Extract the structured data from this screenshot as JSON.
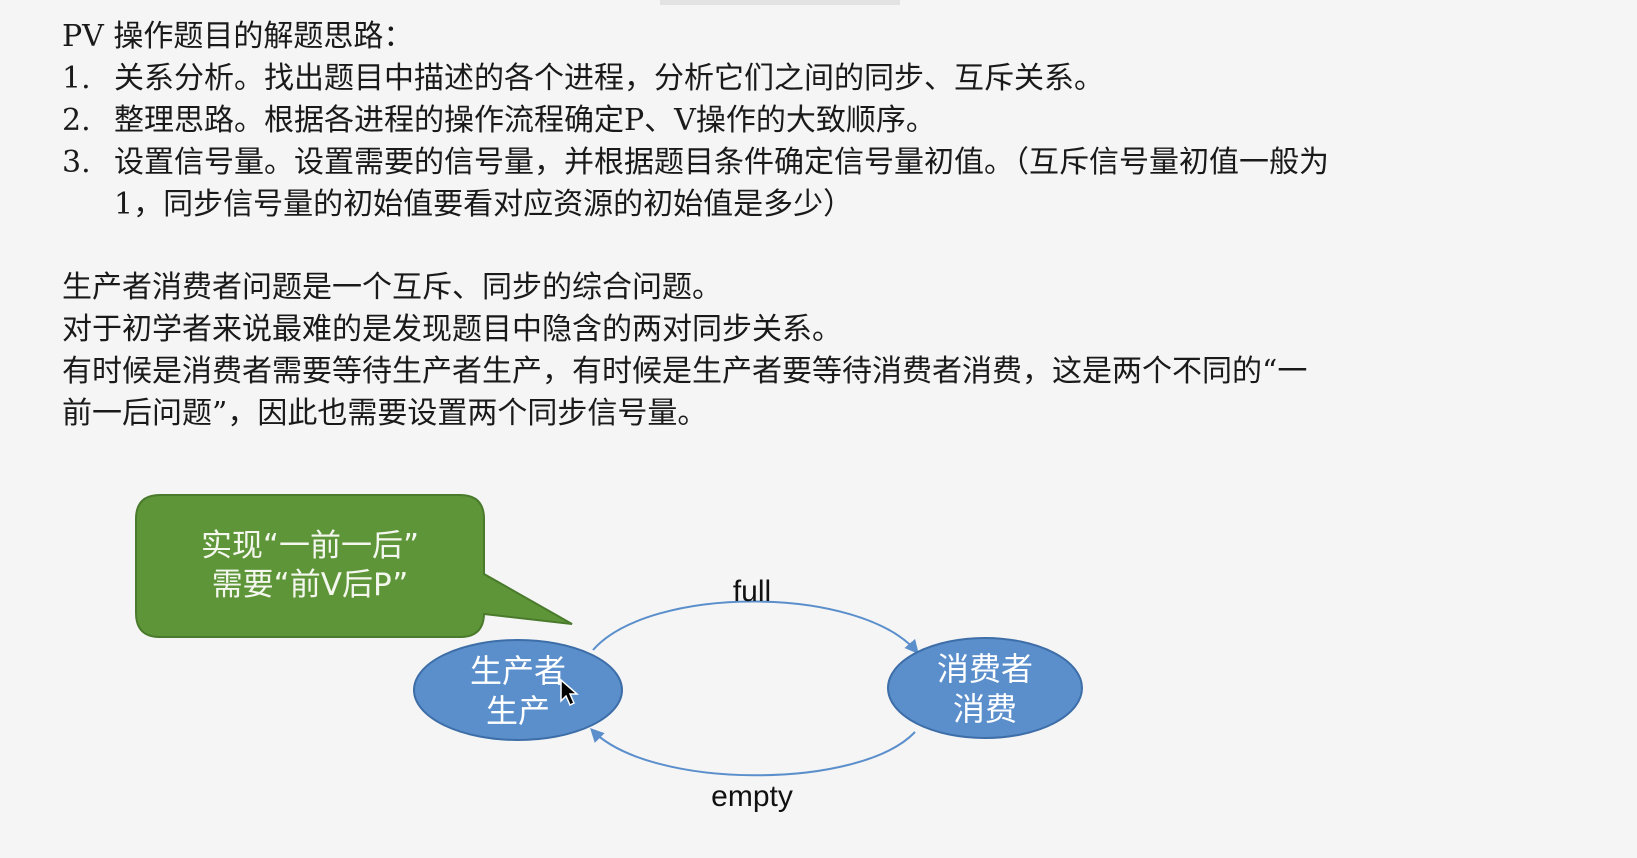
{
  "heading": "PV 操作题目的解题思路：",
  "steps": [
    {
      "num": "1.",
      "lines": [
        "关系分析。找出题目中描述的各个进程，分析它们之间的同步、互斥关系。"
      ]
    },
    {
      "num": "2.",
      "lines": [
        "整理思路。根据各进程的操作流程确定P、V操作的大致顺序。"
      ]
    },
    {
      "num": "3.",
      "lines": [
        "设置信号量。设置需要的信号量，并根据题目条件确定信号量初值。（互斥信号量初值一般为",
        "1，同步信号量的初始值要看对应资源的初始值是多少）"
      ]
    }
  ],
  "paragraphs": [
    "生产者消费者问题是一个互斥、同步的综合问题。",
    "对于初学者来说最难的是发现题目中隐含的两对同步关系。",
    "有时候是消费者需要等待生产者生产，有时候是生产者要等待消费者消费，这是两个不同的“一",
    "前一后问题”，因此也需要设置两个同步信号量。"
  ],
  "diagram": {
    "callout": {
      "line1": "实现“一前一后”",
      "line2": "需要“前V后P”"
    },
    "producer": {
      "line1": "生产者",
      "line2": "生产"
    },
    "consumer": {
      "line1": "消费者",
      "line2": "消费"
    },
    "full_label": "full",
    "empty_label": "empty"
  },
  "colors": {
    "background": "#f5f5f5",
    "node_fill": "#5b8fcc",
    "node_stroke": "#3d6ea8",
    "callout_fill": "#5f9539",
    "callout_stroke": "#4a7a2b",
    "arrow": "#5b8fcc"
  },
  "icons": [
    "mouse-cursor-icon"
  ]
}
